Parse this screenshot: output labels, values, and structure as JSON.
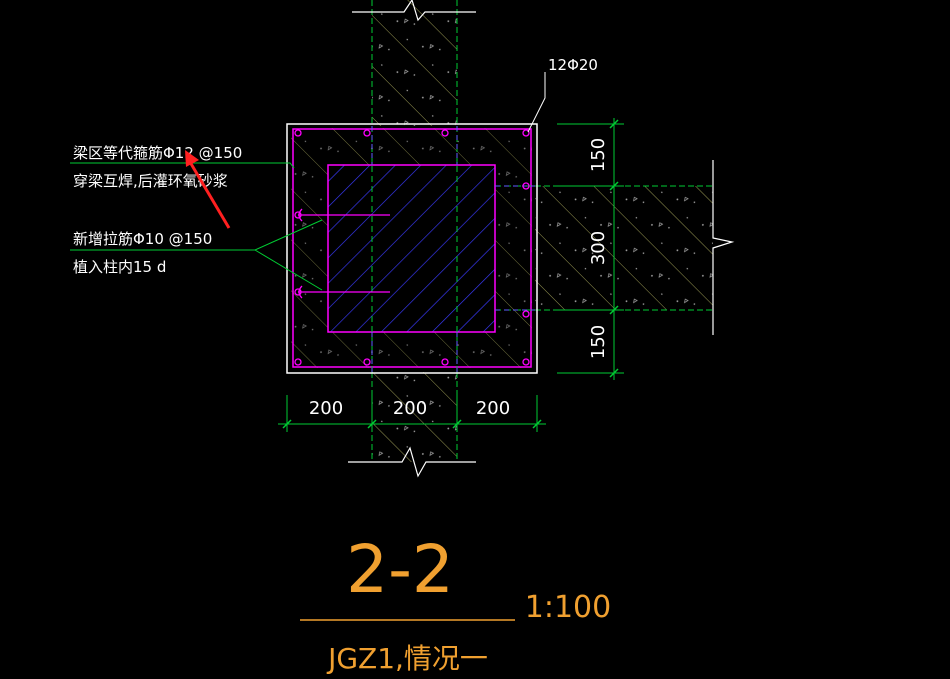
{
  "annotations": {
    "rebar_main": "12Φ20",
    "note1_line1": "梁区等代箍筋Φ12 @150",
    "note1_line2": "穿梁互焊,后灌环氧砂浆",
    "note2_line1": "新增拉筋Φ10 @150",
    "note2_line2": "植入柱内15 d"
  },
  "dimensions": {
    "horizontal": [
      "200",
      "200",
      "200"
    ],
    "vertical": [
      "150",
      "300",
      "150"
    ]
  },
  "title_block": {
    "section": "2-2",
    "scale": "1:100",
    "subtitle": "JGZ1,情况一"
  },
  "colors": {
    "background": "#000000",
    "outline": "#ffffff",
    "dimension": "#00cc33",
    "magenta": "#ff00ff",
    "hatch_blue": "#3333ff",
    "concrete_hatch": "#b8b860",
    "annotation": "#ffffff",
    "title": "#f0a030",
    "arrow": "#ff2020"
  }
}
